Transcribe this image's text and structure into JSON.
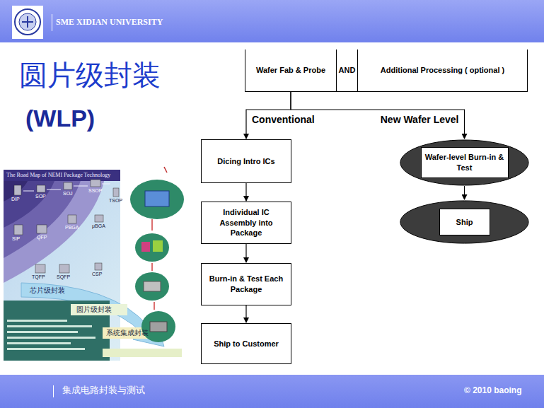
{
  "diagram": {
    "title": "圆片级封装",
    "nodes": [
      {
        "text": [
          "Wafer Fab & Probe"
        ]
      },
      {
        "text": [
          "AND"
        ]
      },
      {
        "text": [
          "Additional Processing ( optional )"
        ]
      },
      {
        "text": [
          "Dicing Intro ICs"
        ]
      },
      {
        "text": [
          "Individual IC Assembly into Package"
        ]
      },
      {
        "text": [
          "Burn-in & Test Each Package"
        ]
      },
      {
        "text": [
          "Ship to Customer"
        ]
      },
      {
        "text": [
          "Wafer-level Burn-in & Test"
        ]
      },
      {
        "text": [
          "Ship"
        ]
      }
    ],
    "edges": [
      {
        "from": 0,
        "to": 3,
        "arrow": "to",
        "label": "Conventional"
      },
      {
        "from": 0,
        "to": 7,
        "arrow": "to",
        "label": "New Wafer Level"
      },
      {
        "from": 3,
        "to": 4,
        "arrow": "to"
      },
      {
        "from": 4,
        "to": 5,
        "arrow": "to"
      },
      {
        "from": 5,
        "to": 6,
        "arrow": "to"
      },
      {
        "from": 7,
        "to": 8,
        "arrow": "to"
      }
    ],
    "labels": [
      "(WLP)",
      "SME XIDIAN UNIVERSITY",
      "集成电路封装与测试",
      "© 2010 baoing",
      "The Road Map of NEMI Package Technology",
      "DIP",
      "SOP",
      "SOJ",
      "SSOP",
      "TSOP",
      "SIP",
      "QFP",
      "PBGA",
      "μBGA",
      "TQFP",
      "SQFP",
      "CSP",
      "芯片级封装",
      "圆片级封装",
      "系统集成封装"
    ]
  }
}
